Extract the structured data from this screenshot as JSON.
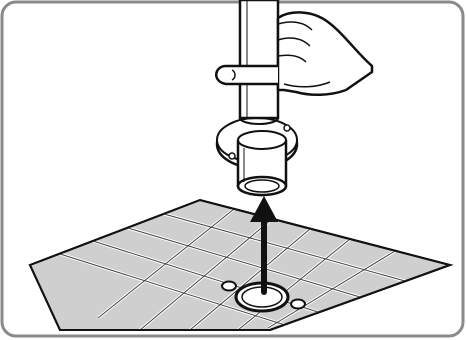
{
  "figure": {
    "kind": "assembly-illustration",
    "depicts": [
      "hand-icon",
      "tube-icon",
      "mounting-flange-icon",
      "arrow-up-icon",
      "floor-tiles-icon",
      "floor-hole-icon",
      "screw-hole-icon"
    ],
    "colors": {
      "stroke": "#111111",
      "tile_fill": "#cfcfcf",
      "frame_stroke": "#8a8a8a",
      "background": "#ffffff",
      "part_fill": "#ffffff"
    },
    "floor_grid": {
      "rows": 5,
      "columns": 5
    }
  }
}
